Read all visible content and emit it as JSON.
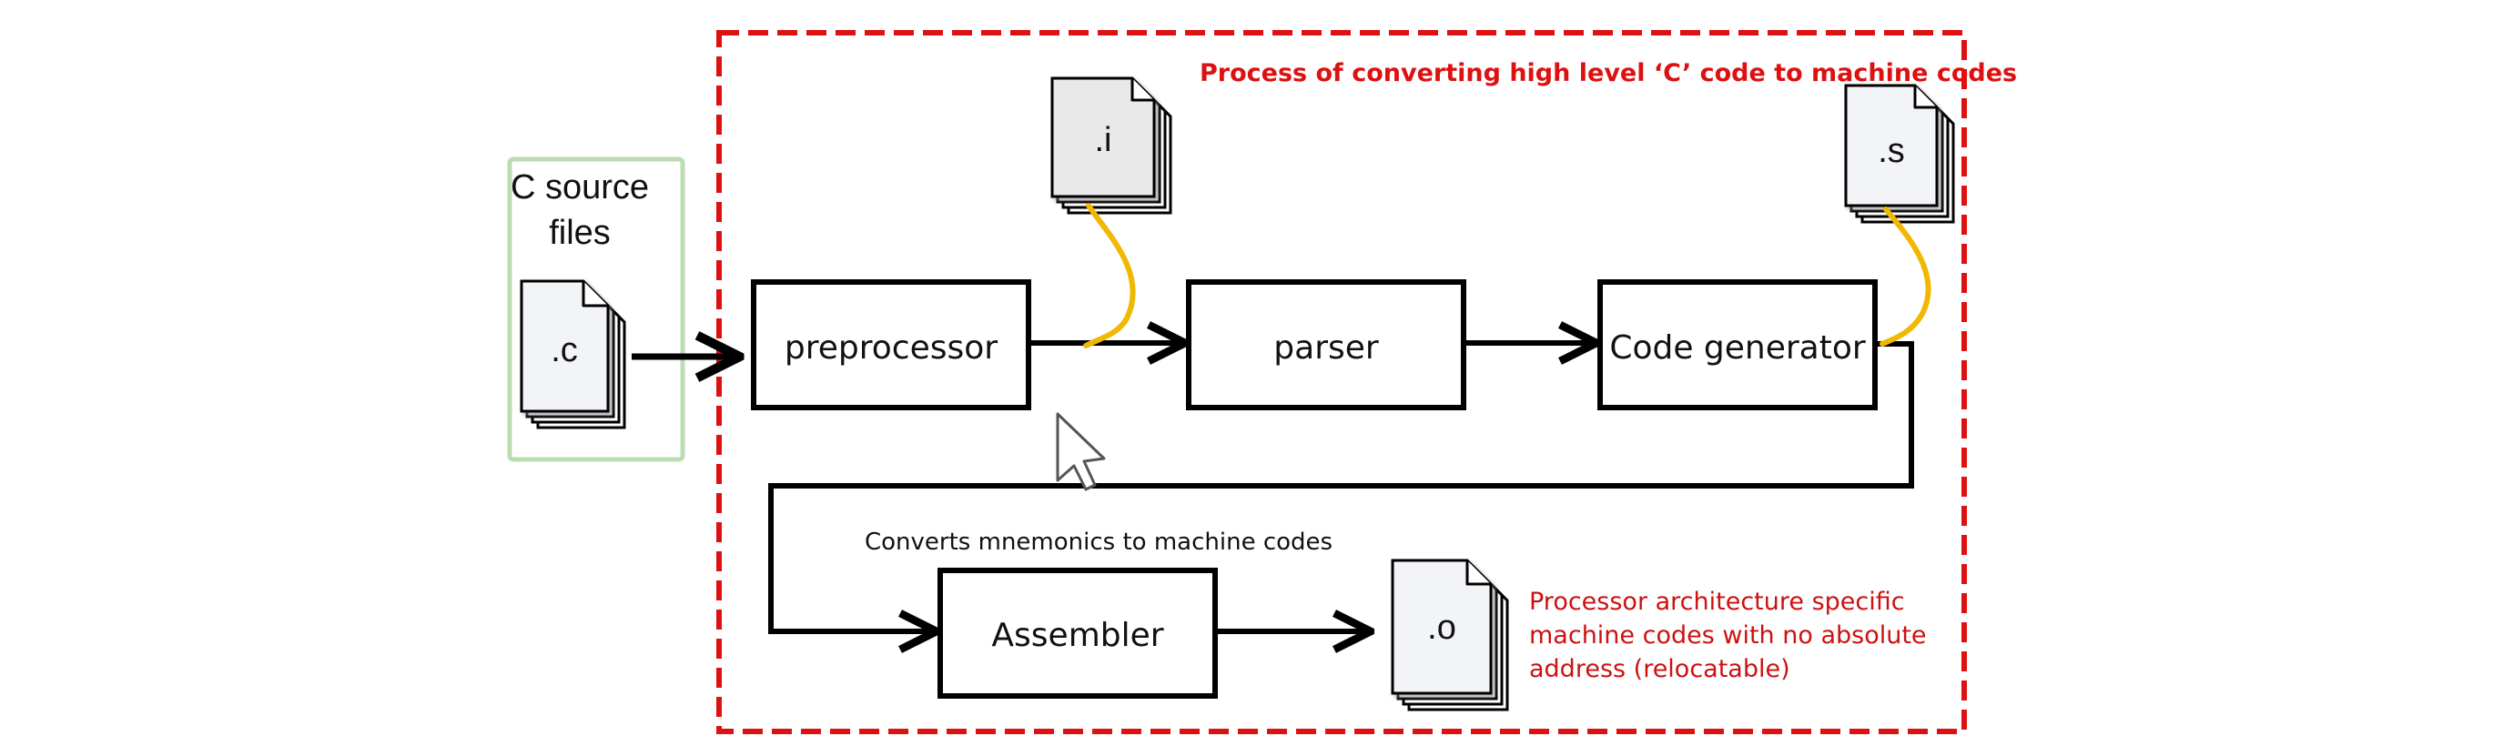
{
  "title": "Process of converting high level ‘C’ code to machine codes",
  "source": {
    "label_line1": "C source",
    "label_line2": "files",
    "file_ext": ".c"
  },
  "stages": {
    "preprocessor": "preprocessor",
    "parser": "parser",
    "code_generator": "Code generator",
    "assembler": "Assembler"
  },
  "files": {
    "i": ".i",
    "s": ".s",
    "o": ".o"
  },
  "notes": {
    "assembler": "Converts mnemonics to machine codes",
    "object_line1": "Processor architecture specific",
    "object_line2": "machine codes with no absolute",
    "object_line3": "address (relocatable)"
  },
  "colors": {
    "accent_red": "#dd1111",
    "connector_yellow": "#f0b800",
    "source_frame_green": "#bcdcb2",
    "file_fill": "#f2f4f8"
  }
}
